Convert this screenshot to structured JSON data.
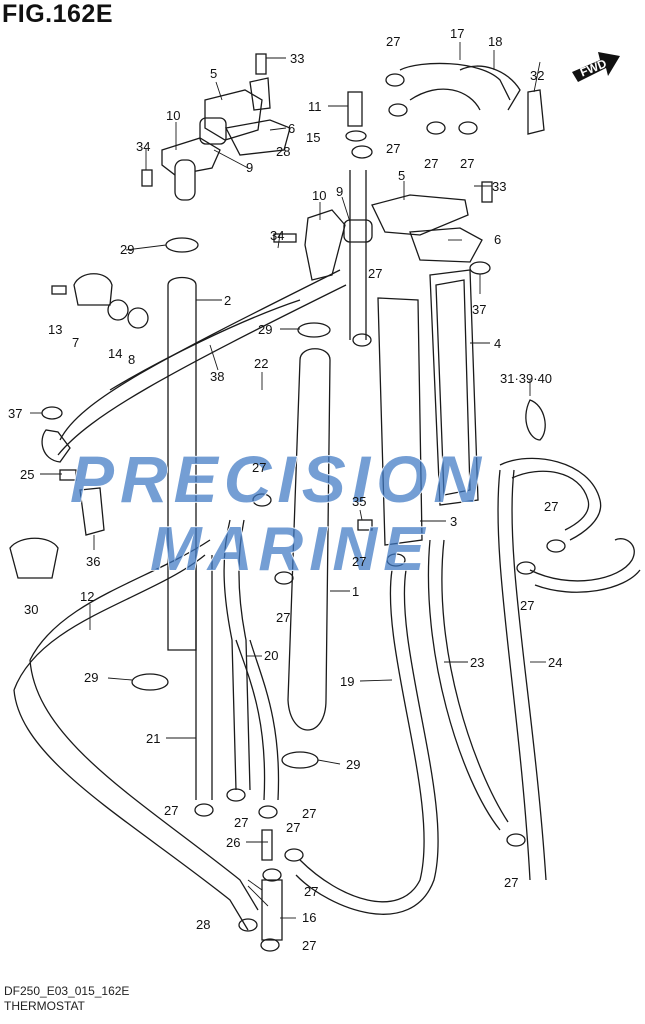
{
  "figure": {
    "title": "FIG.162E",
    "drawing_code": "DF250_E03_015_162E",
    "name": "THERMOSTAT",
    "fwd_label": "FWD"
  },
  "watermark": {
    "line1": "PRECISION",
    "line2": "MARINE",
    "color": "#3f78c4"
  },
  "callouts": [
    "1",
    "2",
    "3",
    "4",
    "5",
    "5",
    "6",
    "6",
    "7",
    "8",
    "9",
    "9",
    "10",
    "10",
    "11",
    "12",
    "13",
    "14",
    "15",
    "16",
    "17",
    "18",
    "19",
    "20",
    "21",
    "22",
    "23",
    "24",
    "25",
    "26",
    "27",
    "27",
    "27",
    "27",
    "27",
    "27",
    "27",
    "27",
    "27",
    "27",
    "27",
    "27",
    "27",
    "27",
    "27",
    "27",
    "27",
    "28",
    "28",
    "29",
    "29",
    "29",
    "29",
    "30",
    "31·39·40",
    "32",
    "33",
    "33",
    "34",
    "34",
    "35",
    "36",
    "37",
    "37",
    "38"
  ]
}
